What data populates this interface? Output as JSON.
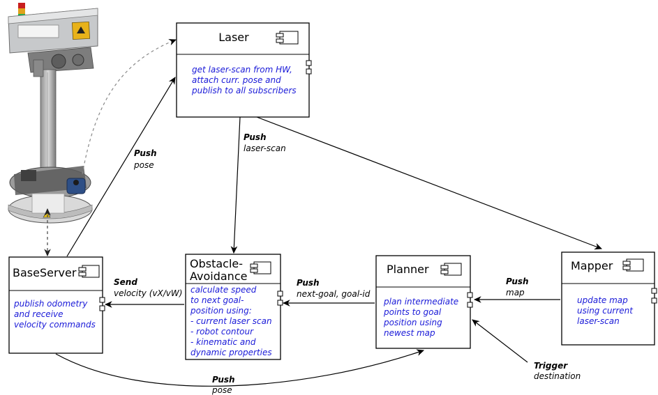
{
  "components": {
    "laser": {
      "title": "Laser",
      "desc": [
        "get laser-scan from HW,",
        "attach curr. pose and",
        "publish to all subscribers"
      ]
    },
    "obstacle": {
      "title": [
        "Obstacle-",
        "Avoidance"
      ],
      "desc": [
        "calculate speed",
        "to next goal-",
        "position using:",
        "- current laser scan",
        "- robot contour",
        "- kinematic and",
        "  dynamic properties"
      ]
    },
    "planner": {
      "title": "Planner",
      "desc": [
        "plan intermediate",
        "points to goal",
        "position using",
        "newest map"
      ]
    },
    "mapper": {
      "title": "Mapper",
      "desc": [
        "update map",
        "using current",
        "laser-scan"
      ]
    },
    "baseserver": {
      "title": "BaseServer",
      "desc": [
        "publish odometry",
        "and receive",
        "velocity commands"
      ]
    }
  },
  "edges": {
    "laser_obstacle": {
      "bold": "Push",
      "text": "laser-scan"
    },
    "base_laser": {
      "bold": "Push",
      "text": "pose"
    },
    "obstacle_base": {
      "bold": "Send",
      "text": "velocity (vX/vW)"
    },
    "planner_obstacle": {
      "bold": "Push",
      "text": "next-goal, goal-id"
    },
    "mapper_planner": {
      "bold": "Push",
      "text": "map"
    },
    "base_planner": {
      "bold": "Push",
      "text": "pose"
    },
    "trigger": {
      "bold": "Trigger",
      "text": "destination"
    }
  },
  "icons": {
    "component": "uml-component-icon",
    "port": "port-icon",
    "robot": "mobile-robot-photo"
  }
}
